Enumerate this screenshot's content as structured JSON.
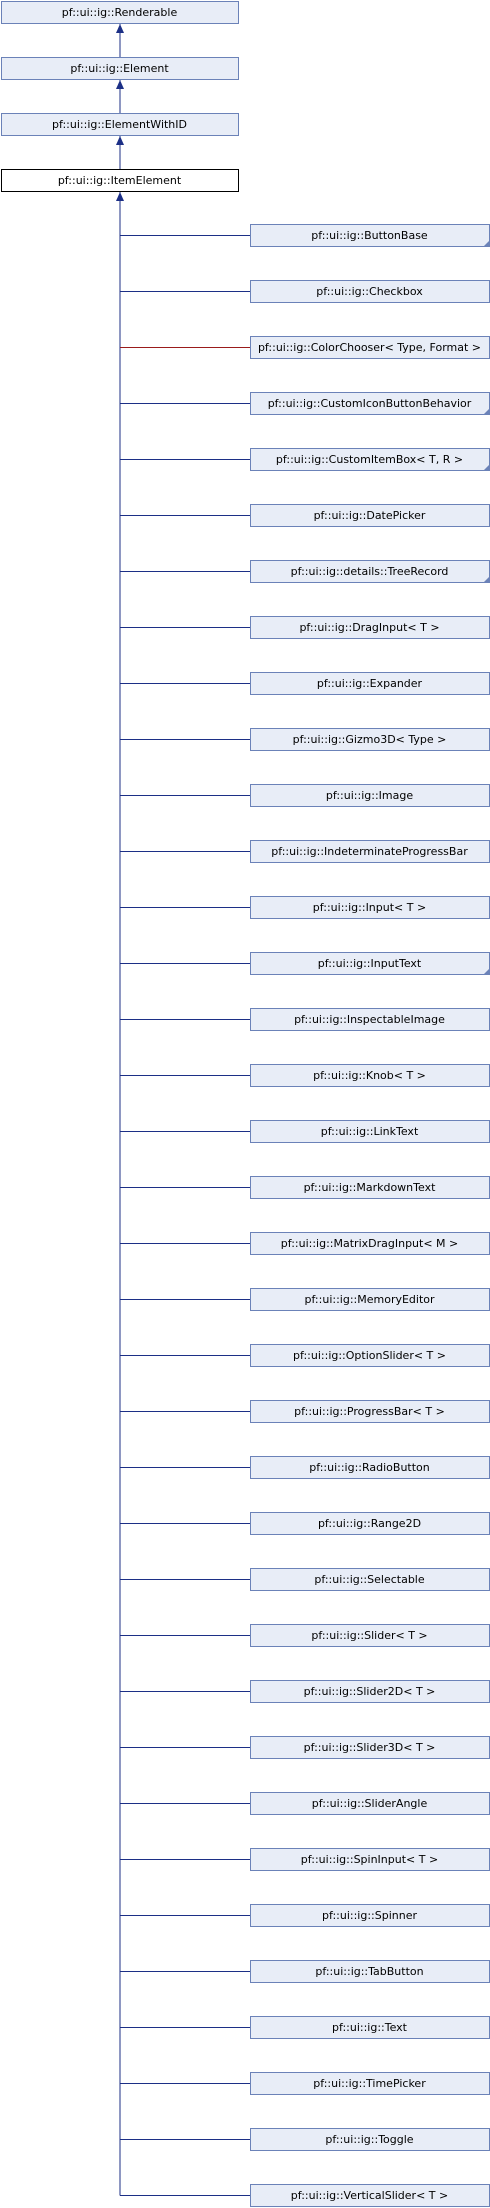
{
  "ancestors": [
    {
      "label": "pf::ui::ig::Renderable"
    },
    {
      "label": "pf::ui::ig::Element"
    },
    {
      "label": "pf::ui::ig::ElementWithID"
    }
  ],
  "focus": {
    "label": "pf::ui::ig::ItemElement"
  },
  "children": [
    {
      "label": "pf::ui::ig::ButtonBase",
      "has_children": true
    },
    {
      "label": "pf::ui::ig::Checkbox"
    },
    {
      "label": "pf::ui::ig::ColorChooser< Type, Format >",
      "link_color": "#9a1b1b"
    },
    {
      "label": "pf::ui::ig::CustomIconButtonBehavior",
      "has_children": true
    },
    {
      "label": "pf::ui::ig::CustomItemBox< T, R >",
      "has_children": true
    },
    {
      "label": "pf::ui::ig::DatePicker"
    },
    {
      "label": "pf::ui::ig::details::TreeRecord",
      "has_children": true
    },
    {
      "label": "pf::ui::ig::DragInput< T >"
    },
    {
      "label": "pf::ui::ig::Expander"
    },
    {
      "label": "pf::ui::ig::Gizmo3D< Type >"
    },
    {
      "label": "pf::ui::ig::Image"
    },
    {
      "label": "pf::ui::ig::IndeterminateProgressBar"
    },
    {
      "label": "pf::ui::ig::Input< T >"
    },
    {
      "label": "pf::ui::ig::InputText",
      "has_children": true
    },
    {
      "label": "pf::ui::ig::InspectableImage"
    },
    {
      "label": "pf::ui::ig::Knob< T >"
    },
    {
      "label": "pf::ui::ig::LinkText"
    },
    {
      "label": "pf::ui::ig::MarkdownText"
    },
    {
      "label": "pf::ui::ig::MatrixDragInput< M >"
    },
    {
      "label": "pf::ui::ig::MemoryEditor"
    },
    {
      "label": "pf::ui::ig::OptionSlider< T >"
    },
    {
      "label": "pf::ui::ig::ProgressBar< T >"
    },
    {
      "label": "pf::ui::ig::RadioButton"
    },
    {
      "label": "pf::ui::ig::Range2D"
    },
    {
      "label": "pf::ui::ig::Selectable"
    },
    {
      "label": "pf::ui::ig::Slider< T >"
    },
    {
      "label": "pf::ui::ig::Slider2D< T >"
    },
    {
      "label": "pf::ui::ig::Slider3D< T >"
    },
    {
      "label": "pf::ui::ig::SliderAngle"
    },
    {
      "label": "pf::ui::ig::SpinInput< T >"
    },
    {
      "label": "pf::ui::ig::Spinner"
    },
    {
      "label": "pf::ui::ig::TabButton"
    },
    {
      "label": "pf::ui::ig::Text"
    },
    {
      "label": "pf::ui::ig::TimePicker"
    },
    {
      "label": "pf::ui::ig::Toggle"
    },
    {
      "label": "pf::ui::ig::VerticalSlider< T >"
    }
  ],
  "colors": {
    "node_fill": "#e8edf7",
    "node_border": "#6b82b8",
    "link": "#1c2f86",
    "focus_border": "#000000"
  }
}
